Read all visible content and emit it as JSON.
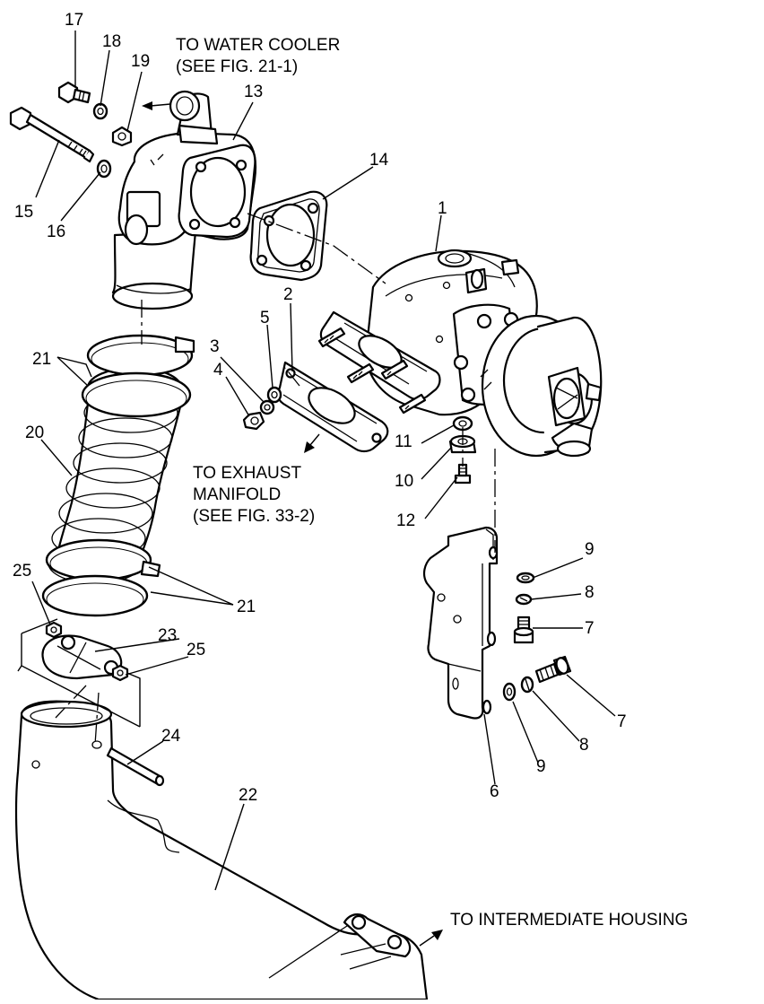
{
  "notes": {
    "water_cooler_line1": "TO WATER COOLER",
    "water_cooler_line2": "(SEE FIG. 21-1)",
    "exhaust_line1": "TO EXHAUST",
    "exhaust_line2": "MANIFOLD",
    "exhaust_line3": "(SEE FIG. 33-2)",
    "intermediate": "TO INTERMEDIATE HOUSING"
  },
  "callouts": {
    "p1": "1",
    "p2": "2",
    "p3": "3",
    "p4": "4",
    "p5": "5",
    "p6": "6",
    "p7a": "7",
    "p7b": "7",
    "p8a": "8",
    "p8b": "8",
    "p9a": "9",
    "p9b": "9",
    "p10": "10",
    "p11": "11",
    "p12": "12",
    "p13": "13",
    "p14": "14",
    "p15": "15",
    "p16": "16",
    "p17": "17",
    "p18": "18",
    "p19": "19",
    "p20": "20",
    "p21a": "21",
    "p21b": "21",
    "p22": "22",
    "p23": "23",
    "p24": "24",
    "p25a": "25",
    "p25b": "25"
  },
  "colors": {
    "ink": "#000000",
    "paper": "#ffffff"
  }
}
